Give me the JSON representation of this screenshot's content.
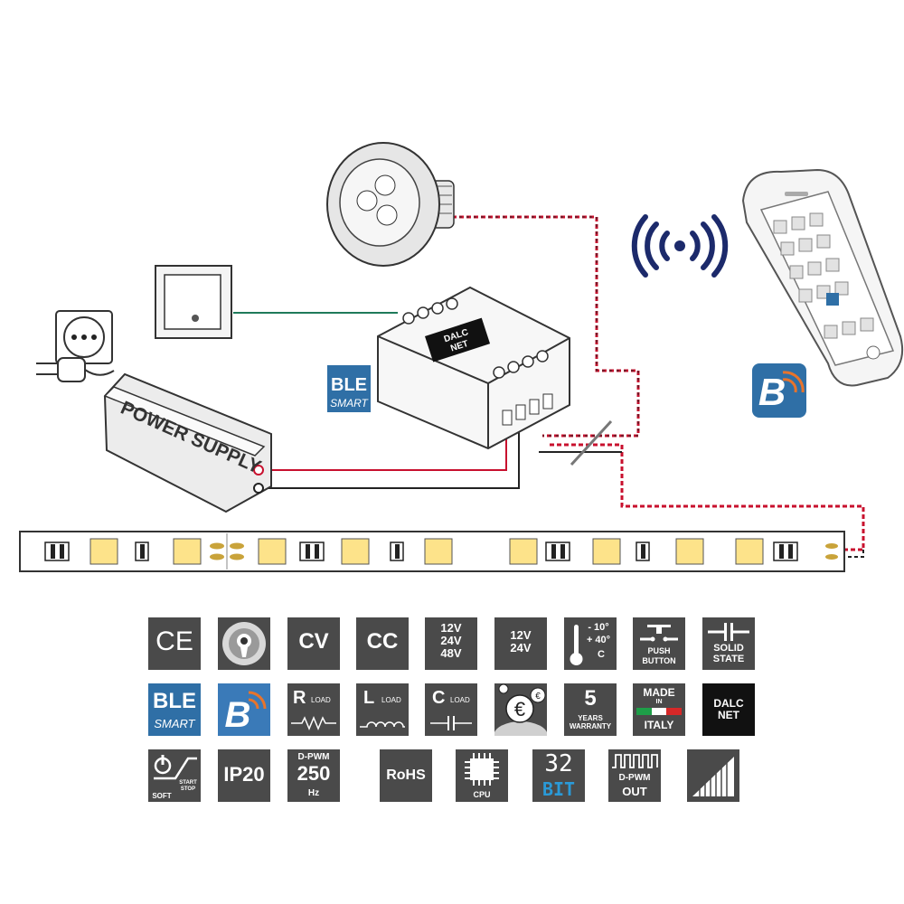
{
  "diagram": {
    "controller_logo": [
      "DALC",
      "NET"
    ],
    "ble_smart": {
      "top": "BLE",
      "bottom": "SMART"
    },
    "power_supply_label": "POWER SUPPLY"
  },
  "badges": {
    "ce": "CE",
    "cv": "CV",
    "cc": "CC",
    "volt_a": [
      "12V",
      "24V",
      "48V"
    ],
    "volt_b": [
      "12V",
      "24V"
    ],
    "temp": {
      "low": "- 10°",
      "high": "+ 40°",
      "unit": "C"
    },
    "push_button": [
      "PUSH",
      "BUTTON"
    ],
    "solid_state": [
      "SOLID",
      "STATE"
    ],
    "ble": {
      "top": "BLE",
      "bottom": "SMART"
    },
    "r_load": {
      "letter": "R",
      "word": "LOAD"
    },
    "l_load": {
      "letter": "L",
      "word": "LOAD"
    },
    "c_load": {
      "letter": "C",
      "word": "LOAD"
    },
    "warranty": {
      "num": "5",
      "l1": "YEARS",
      "l2": "WARRANTY"
    },
    "made_in_italy": {
      "l1": "MADE",
      "l2": "IN",
      "l3": "ITALY"
    },
    "dalcnet": [
      "DALC",
      "NET"
    ],
    "soft_start": {
      "soft": "SOFT",
      "start": "START",
      "stop": "STOP"
    },
    "ip20": "IP20",
    "dpwm250": {
      "top": "D-PWM",
      "num": "250",
      "unit": "Hz"
    },
    "rohs": "RoHS",
    "cpu": "CPU",
    "bit32": {
      "num": "32",
      "word": "BIT"
    },
    "dpwm_out": {
      "top": "D-PWM",
      "bottom": "OUT"
    }
  },
  "colors": {
    "badge_bg": "#4a4a4a",
    "ble_blue": "#2f6fa6",
    "bit_blue": "#2a9ad8",
    "wire_red": "#c8102e",
    "wire_green": "#1f7a5a",
    "signal_navy": "#1c2a6b"
  }
}
